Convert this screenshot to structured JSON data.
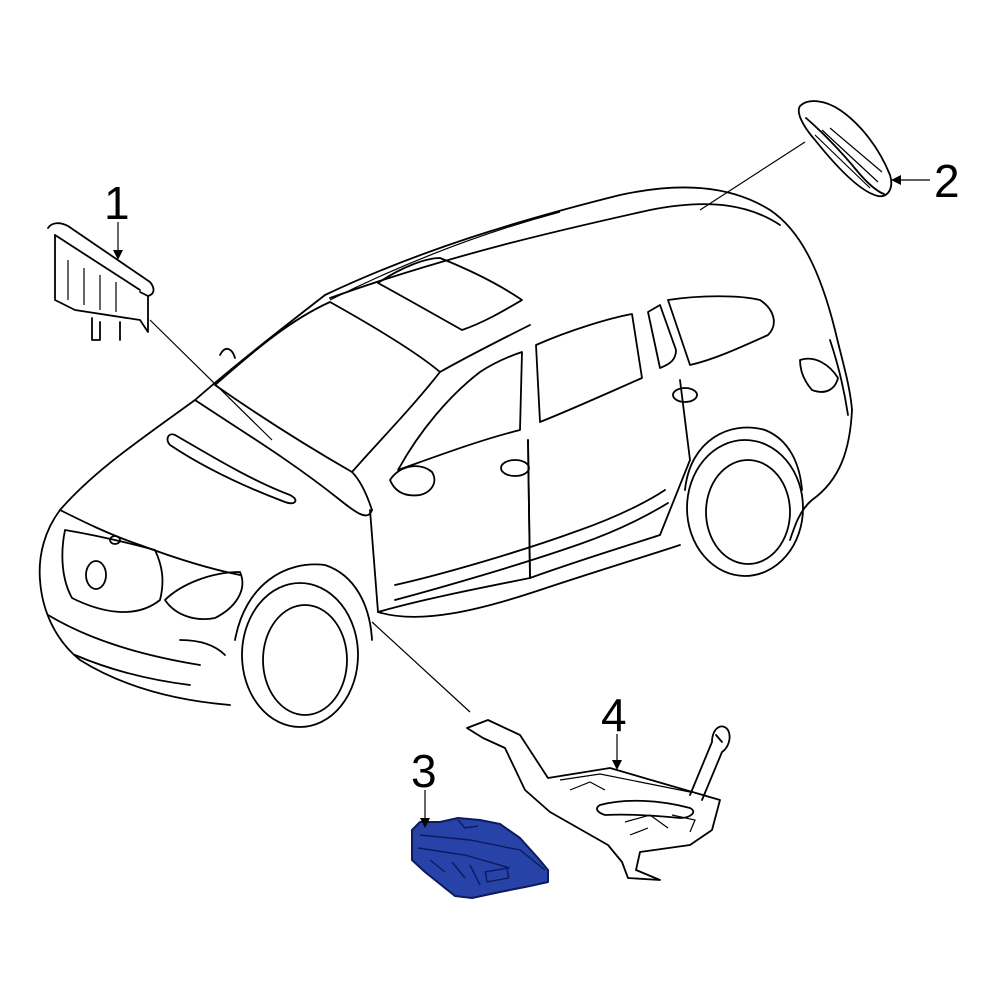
{
  "callouts": [
    {
      "number": "1",
      "part": "module-under-windshield"
    },
    {
      "number": "2",
      "part": "module-roof-rear"
    },
    {
      "number": "3",
      "part": "control-module"
    },
    {
      "number": "4",
      "part": "mounting-bracket"
    }
  ],
  "colors": {
    "highlight": "#2743a8",
    "highlight_stroke": "#0d1a5e",
    "line": "#000000",
    "background": "#ffffff"
  }
}
